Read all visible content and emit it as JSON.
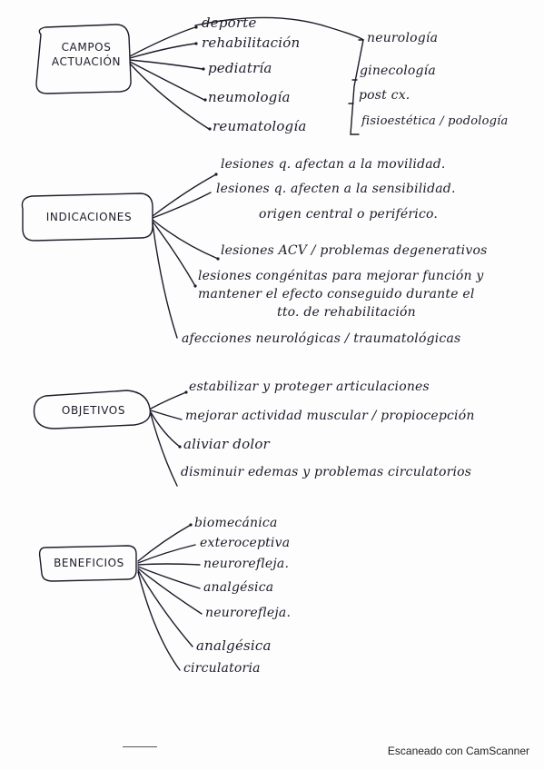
{
  "sections": [
    {
      "heading": [
        "CAMPOS",
        "ACTUACIÓN"
      ],
      "items": [
        "deporte",
        "rehabilitación",
        "pediatría",
        "neumología",
        "reumatología"
      ],
      "sub_items": [
        "neurología",
        "ginecología",
        "post cx.",
        "fisioestética / podología"
      ]
    },
    {
      "heading": [
        "INDICACIONES"
      ],
      "items": [
        "lesiones q. afectan a la movilidad.",
        "lesiones q. afecten a la sensibilidad.",
        "origen central o periférico.",
        "lesiones ACV / problemas degenerativos",
        "lesiones congénitas para mejorar función y",
        "mantener el efecto conseguido durante el",
        "tto. de rehabilitación",
        "afecciones neurológicas / traumatológicas"
      ]
    },
    {
      "heading": [
        "OBJETIVOS"
      ],
      "items": [
        "estabilizar y proteger articulaciones",
        "mejorar actividad muscular / propiocepción",
        "aliviar dolor",
        "disminuir edemas y problemas circulatorios"
      ]
    },
    {
      "heading": [
        "BENEFICIOS"
      ],
      "items": [
        "biomecánica",
        "exteroceptiva",
        "neurorefleja.",
        "analgésica",
        "neurorefleja.",
        "analgésica",
        "circulatoria"
      ]
    }
  ],
  "footer": "Escaneado con CamScanner",
  "colors": {
    "ink": "#1c1c2a",
    "paper": "#fdfdfd",
    "footer_text": "#222222"
  }
}
